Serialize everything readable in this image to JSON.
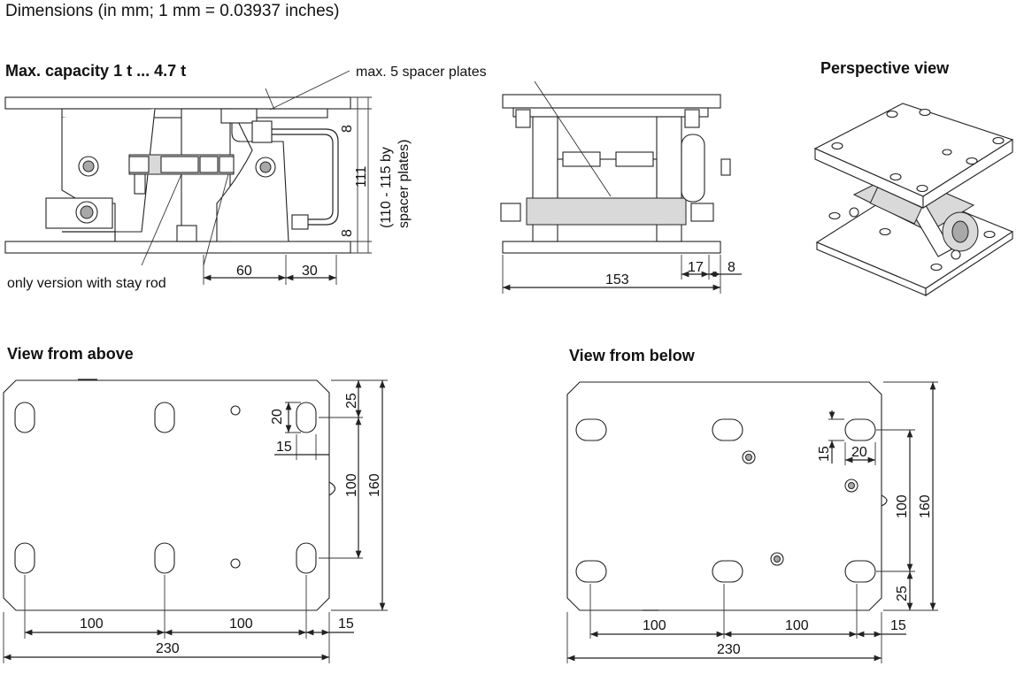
{
  "header": {
    "dimensions_note": "Dimensions (in mm; 1 mm = 0.03937 inches)",
    "capacity_title": "Max. capacity 1 t ... 4.7 t",
    "perspective_title": "Perspective view",
    "above_title": "View from above",
    "below_title": "View from below"
  },
  "side_view": {
    "spacer_note": "max. 5 spacer plates",
    "stay_rod_note": "only version with stay rod",
    "dim_top_plate": "8",
    "dim_bottom_plate": "8",
    "dim_height": "111",
    "dim_height_range": "(110 - 115 by",
    "dim_height_range_2": "spacer plates)",
    "dim_60": "60",
    "dim_30": "30"
  },
  "front_view": {
    "dim_153": "153",
    "dim_17": "17",
    "dim_8": "8"
  },
  "top_view": {
    "dim_20": "20",
    "dim_15_slot": "15",
    "dim_25": "25",
    "dim_100_vert": "100",
    "dim_160": "160",
    "dim_100_a": "100",
    "dim_100_b": "100",
    "dim_15_edge": "15",
    "dim_230": "230"
  },
  "bottom_view": {
    "dim_15_slot": "15",
    "dim_20": "20",
    "dim_100_vert": "100",
    "dim_160": "160",
    "dim_25": "25",
    "dim_100_a": "100",
    "dim_100_b": "100",
    "dim_15_edge": "15",
    "dim_230": "230"
  }
}
